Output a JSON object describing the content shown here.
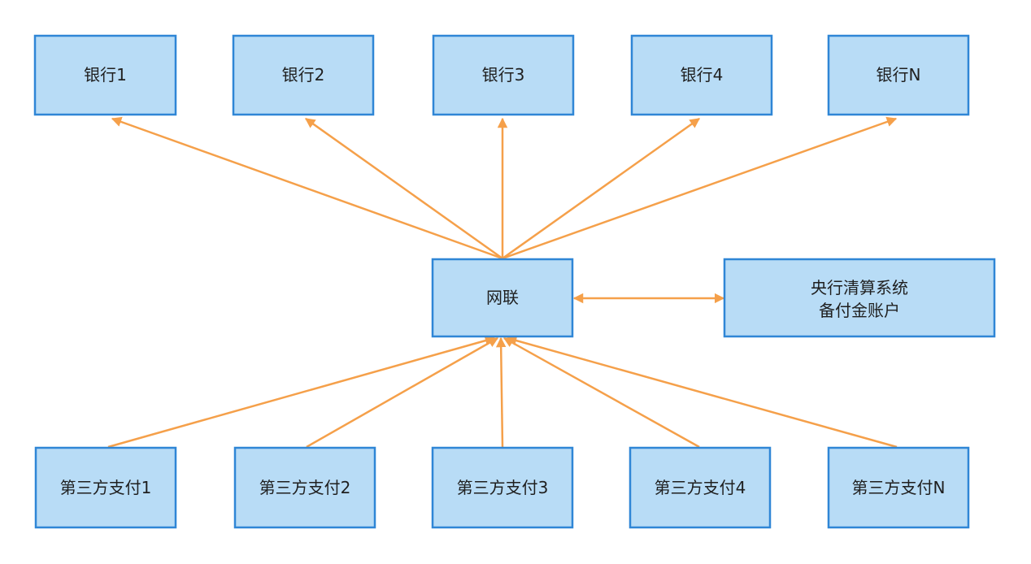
{
  "banks": [
    {
      "label": "银行1"
    },
    {
      "label": "银行2"
    },
    {
      "label": "银行3"
    },
    {
      "label": "银行4"
    },
    {
      "label": "银行N"
    }
  ],
  "hub": {
    "label": "网联"
  },
  "central_bank": {
    "lines": [
      "央行清算系统",
      "备付金账户"
    ]
  },
  "payments": [
    {
      "label": "第三方支付1"
    },
    {
      "label": "第三方支付2"
    },
    {
      "label": "第三方支付3"
    },
    {
      "label": "第三方支付4"
    },
    {
      "label": "第三方支付N"
    }
  ],
  "colors": {
    "node_fill": "#b8dcf6",
    "node_border": "#2f86d6",
    "edge": "#f5a04a"
  }
}
